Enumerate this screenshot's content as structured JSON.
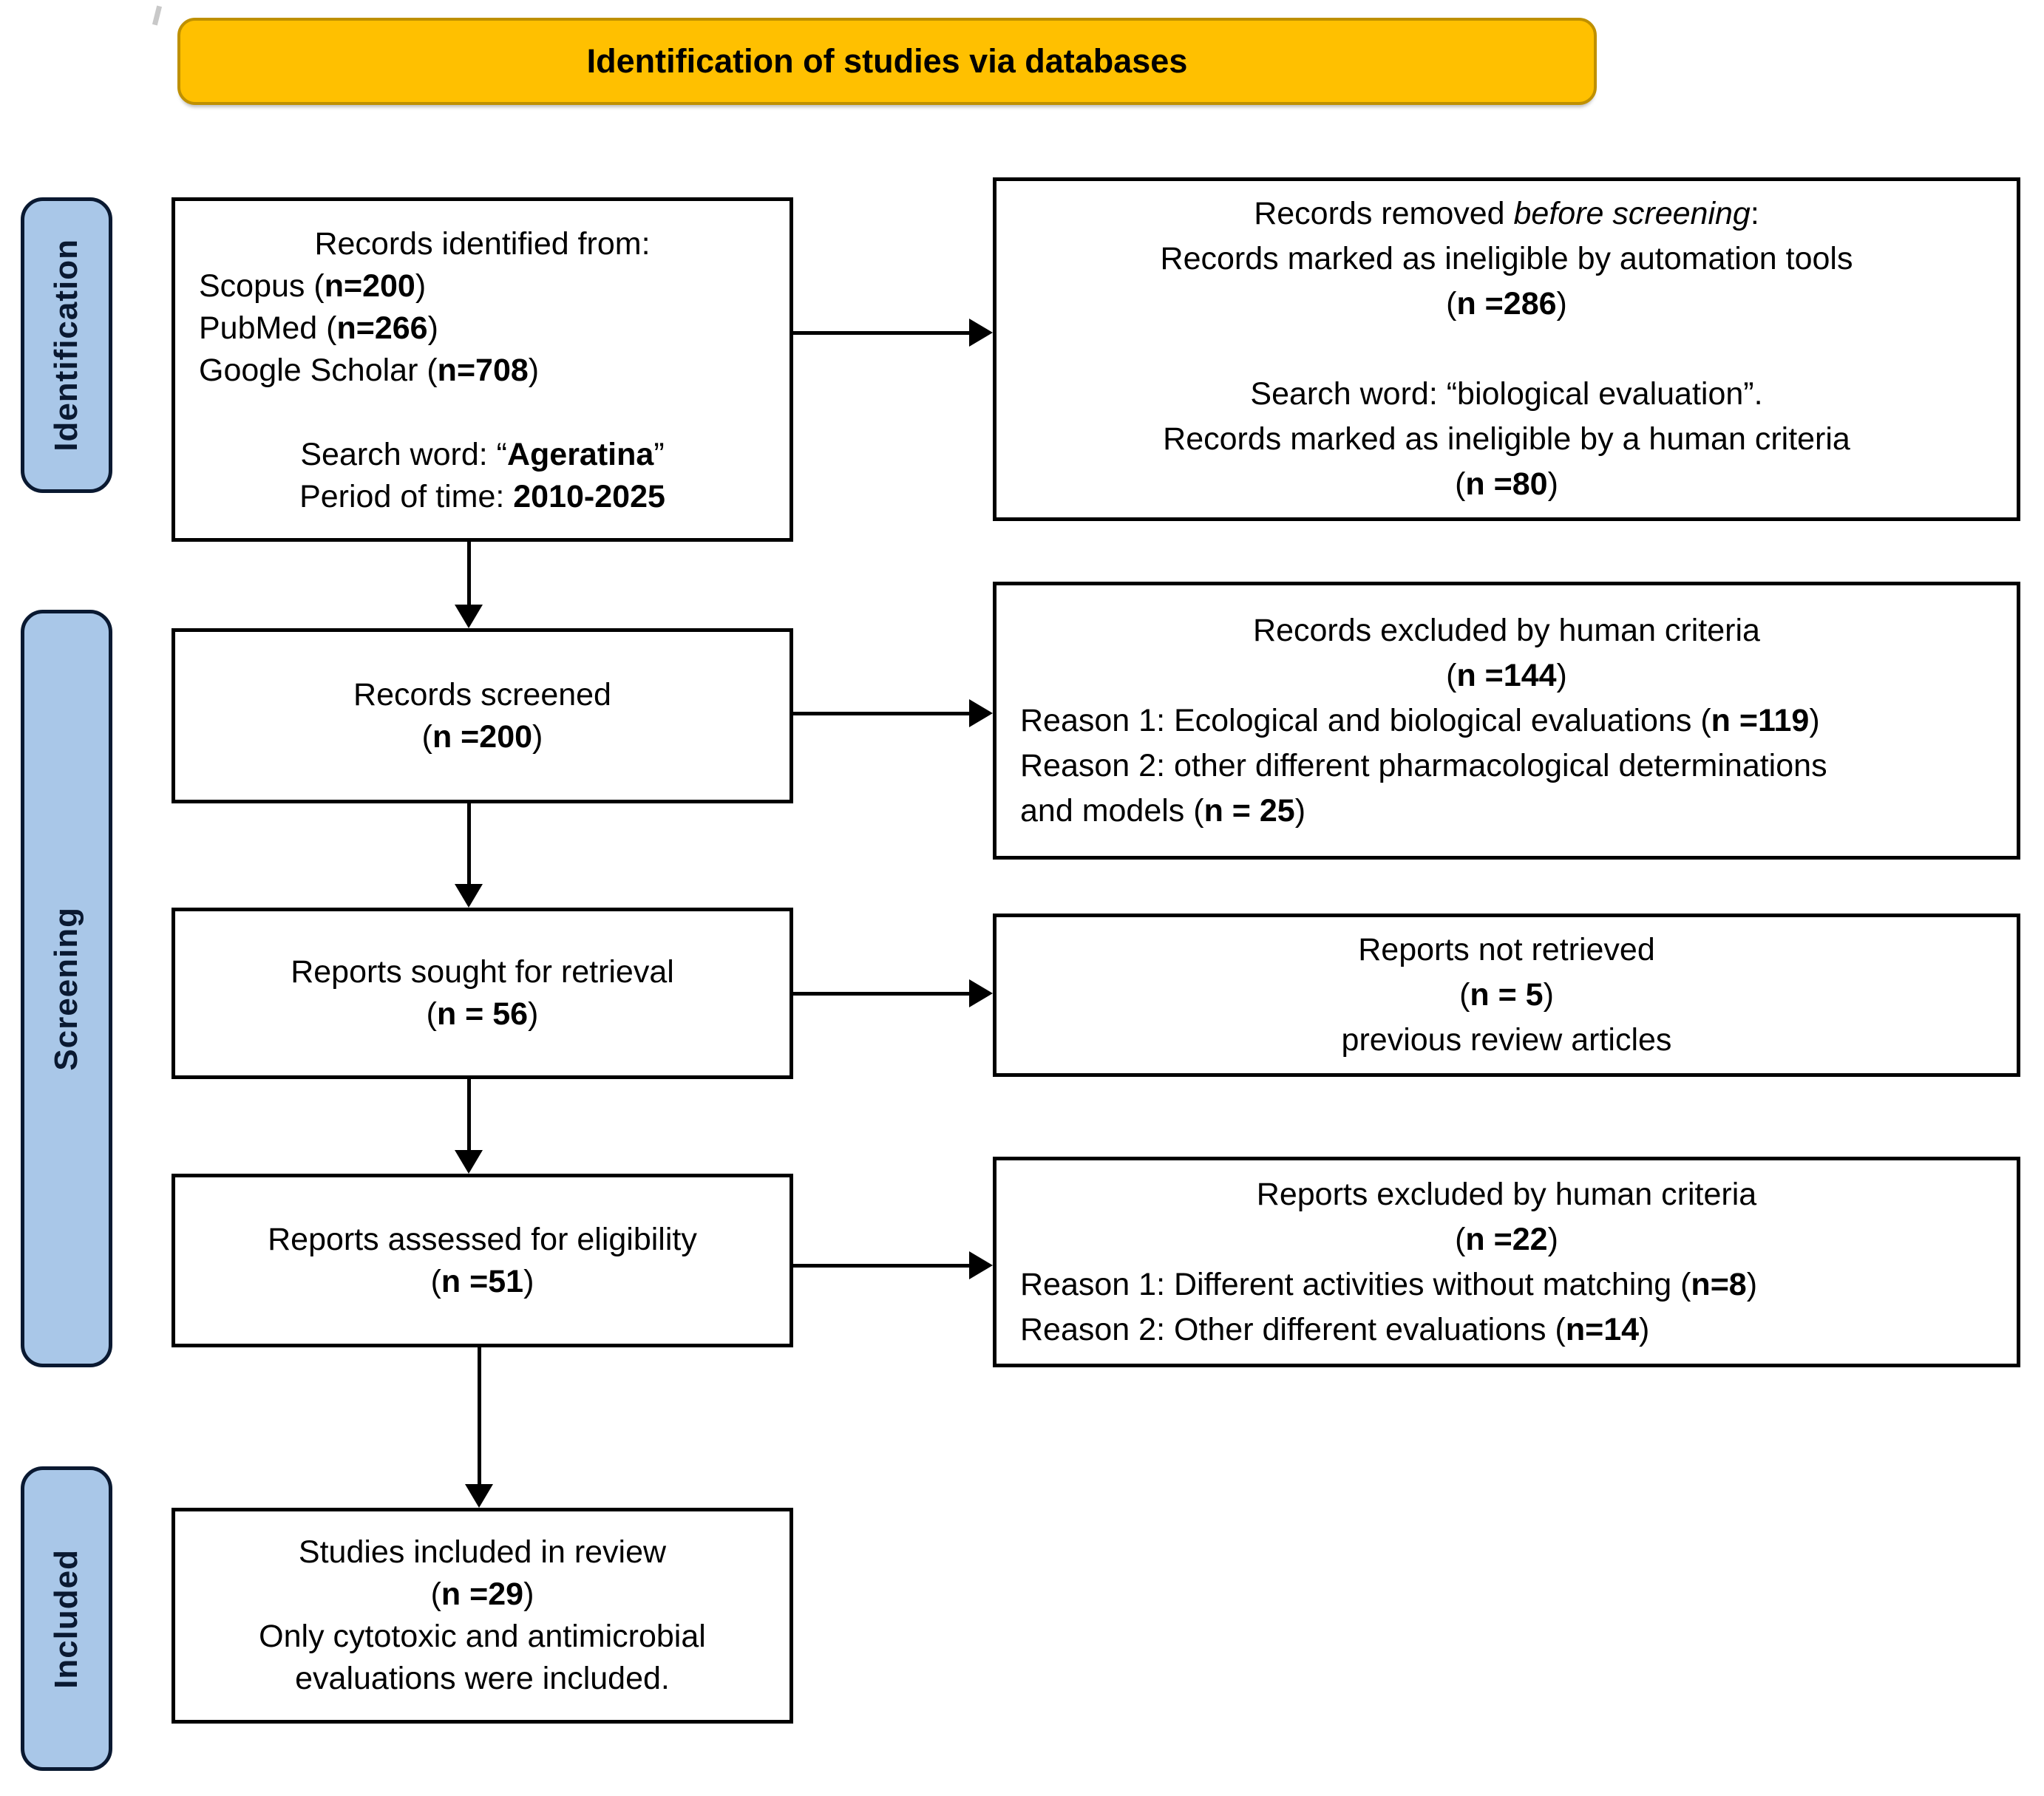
{
  "title": {
    "text": "Identification of studies via databases",
    "bg_color": "#FFC000",
    "border_color": "#BF9000"
  },
  "stages": {
    "bg_color": "#A9C7E8",
    "border_color": "#0A1931",
    "identification": "Identification",
    "screening": "Screening",
    "included": "Included"
  },
  "boxes": {
    "records_identified": {
      "lines": [
        {
          "align": "center",
          "segments": [
            {
              "t": "Records identified from:"
            }
          ]
        },
        {
          "align": "left",
          "segments": [
            {
              "t": "Scopus ("
            },
            {
              "t": "n=200",
              "b": true
            },
            {
              "t": ")"
            }
          ]
        },
        {
          "align": "left",
          "segments": [
            {
              "t": "PubMed ("
            },
            {
              "t": "n=266",
              "b": true
            },
            {
              "t": ")"
            }
          ]
        },
        {
          "align": "left",
          "segments": [
            {
              "t": "Google Scholar ("
            },
            {
              "t": "n=708",
              "b": true
            },
            {
              "t": ")"
            }
          ]
        },
        {
          "align": "center",
          "segments": [
            {
              "t": ""
            }
          ]
        },
        {
          "align": "center",
          "segments": [
            {
              "t": "Search word: “"
            },
            {
              "t": "Ageratina",
              "b": true
            },
            {
              "t": "”"
            }
          ]
        },
        {
          "align": "center",
          "segments": [
            {
              "t": "Period of time: "
            },
            {
              "t": "2010-2025",
              "b": true
            }
          ]
        }
      ]
    },
    "records_removed": {
      "lines": [
        {
          "align": "center",
          "segments": [
            {
              "t": "Records removed "
            },
            {
              "t": "before screening",
              "i": true
            },
            {
              "t": ":"
            }
          ]
        },
        {
          "align": "center",
          "segments": [
            {
              "t": "Records marked as ineligible by automation tools"
            }
          ]
        },
        {
          "align": "center",
          "segments": [
            {
              "t": "("
            },
            {
              "t": "n =286",
              "b": true
            },
            {
              "t": ")"
            }
          ]
        },
        {
          "align": "center",
          "segments": [
            {
              "t": ""
            }
          ]
        },
        {
          "align": "center",
          "segments": [
            {
              "t": "Search word: “biological evaluation”."
            }
          ]
        },
        {
          "align": "center",
          "segments": [
            {
              "t": "Records marked as ineligible by a human criteria"
            }
          ]
        },
        {
          "align": "center",
          "segments": [
            {
              "t": "("
            },
            {
              "t": "n =80",
              "b": true
            },
            {
              "t": ")"
            }
          ]
        }
      ]
    },
    "records_screened": {
      "lines": [
        {
          "align": "center",
          "segments": [
            {
              "t": "Records screened"
            }
          ]
        },
        {
          "align": "center",
          "segments": [
            {
              "t": "("
            },
            {
              "t": "n =200",
              "b": true
            },
            {
              "t": ")"
            }
          ]
        }
      ]
    },
    "records_excluded": {
      "lines": [
        {
          "align": "center",
          "segments": [
            {
              "t": "Records excluded by human criteria"
            }
          ]
        },
        {
          "align": "center",
          "segments": [
            {
              "t": "("
            },
            {
              "t": "n =144",
              "b": true
            },
            {
              "t": ")"
            }
          ]
        },
        {
          "align": "left",
          "segments": [
            {
              "t": "Reason 1: Ecological and biological evaluations ("
            },
            {
              "t": "n =119",
              "b": true
            },
            {
              "t": ")"
            }
          ]
        },
        {
          "align": "left",
          "segments": [
            {
              "t": "Reason 2: other different pharmacological determinations"
            }
          ]
        },
        {
          "align": "left",
          "segments": [
            {
              "t": "and models ("
            },
            {
              "t": "n = 25",
              "b": true
            },
            {
              "t": ")"
            }
          ]
        }
      ]
    },
    "reports_sought": {
      "lines": [
        {
          "align": "center",
          "segments": [
            {
              "t": "Reports sought for retrieval"
            }
          ]
        },
        {
          "align": "center",
          "segments": [
            {
              "t": "("
            },
            {
              "t": "n = 56",
              "b": true
            },
            {
              "t": ")"
            }
          ]
        }
      ]
    },
    "reports_not_retrieved": {
      "lines": [
        {
          "align": "center",
          "segments": [
            {
              "t": "Reports not retrieved"
            }
          ]
        },
        {
          "align": "center",
          "segments": [
            {
              "t": "("
            },
            {
              "t": "n = 5",
              "b": true
            },
            {
              "t": ")"
            }
          ]
        },
        {
          "align": "center",
          "segments": [
            {
              "t": "previous review articles"
            }
          ]
        }
      ]
    },
    "reports_assessed": {
      "lines": [
        {
          "align": "center",
          "segments": [
            {
              "t": "Reports assessed for eligibility"
            }
          ]
        },
        {
          "align": "center",
          "segments": [
            {
              "t": "("
            },
            {
              "t": "n =51",
              "b": true
            },
            {
              "t": ")"
            }
          ]
        }
      ]
    },
    "reports_excluded": {
      "lines": [
        {
          "align": "center",
          "segments": [
            {
              "t": "Reports excluded by human criteria"
            }
          ]
        },
        {
          "align": "center",
          "segments": [
            {
              "t": "("
            },
            {
              "t": "n =22",
              "b": true
            },
            {
              "t": ")"
            }
          ]
        },
        {
          "align": "left",
          "segments": [
            {
              "t": "Reason 1: Different activities without matching ("
            },
            {
              "t": "n=8",
              "b": true
            },
            {
              "t": ")"
            }
          ]
        },
        {
          "align": "left",
          "segments": [
            {
              "t": "Reason 2: Other different evaluations ("
            },
            {
              "t": "n=14",
              "b": true
            },
            {
              "t": ")"
            }
          ]
        }
      ]
    },
    "studies_included": {
      "lines": [
        {
          "align": "center",
          "segments": [
            {
              "t": "Studies included in review"
            }
          ]
        },
        {
          "align": "center",
          "segments": [
            {
              "t": "("
            },
            {
              "t": "n =29",
              "b": true
            },
            {
              "t": ")"
            }
          ]
        },
        {
          "align": "center",
          "segments": [
            {
              "t": "Only cytotoxic and antimicrobial"
            }
          ]
        },
        {
          "align": "center",
          "segments": [
            {
              "t": "evaluations were included."
            }
          ]
        }
      ]
    }
  }
}
